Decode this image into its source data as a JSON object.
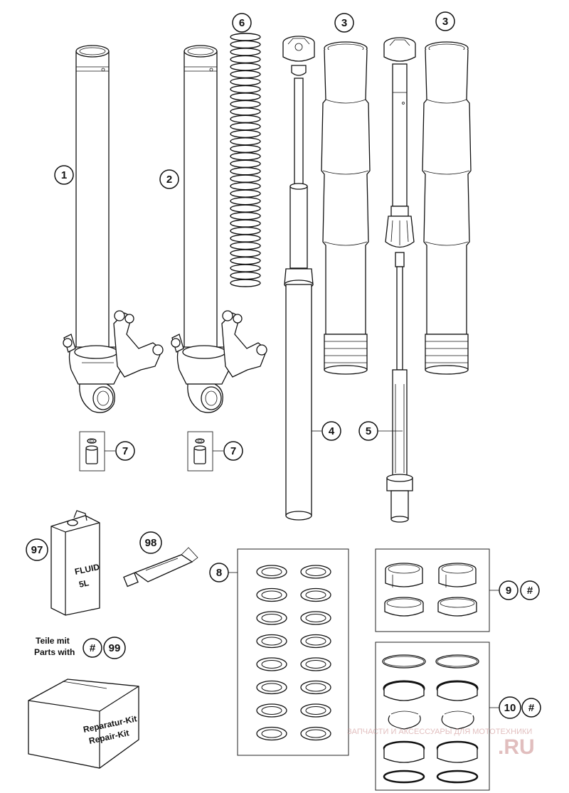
{
  "callouts": {
    "c1": "1",
    "c2": "2",
    "c3a": "3",
    "c3b": "3",
    "c4": "4",
    "c5": "5",
    "c6": "6",
    "c7a": "7",
    "c7b": "7",
    "c8": "8",
    "c9": "9",
    "c9hash": "#",
    "c10": "10",
    "c10hash": "#",
    "c97": "97",
    "c98": "98",
    "c99": "99",
    "c99hash": "#"
  },
  "labels": {
    "parts_de": "Teile mit",
    "parts_en": "Parts with",
    "fluid": "FLUID",
    "fluid_volume": "5L",
    "kit_de": "Reparatur-Kit",
    "kit_en": "Repair-Kit",
    "watermark_top": "ЗАПЧАСТИ И АКСЕССУАРЫ ДЛЯ МОТОТЕХНИКИ",
    "watermark_brand": ".RU"
  },
  "colors": {
    "line": "#111111",
    "watermark": "#d9a0a0"
  }
}
